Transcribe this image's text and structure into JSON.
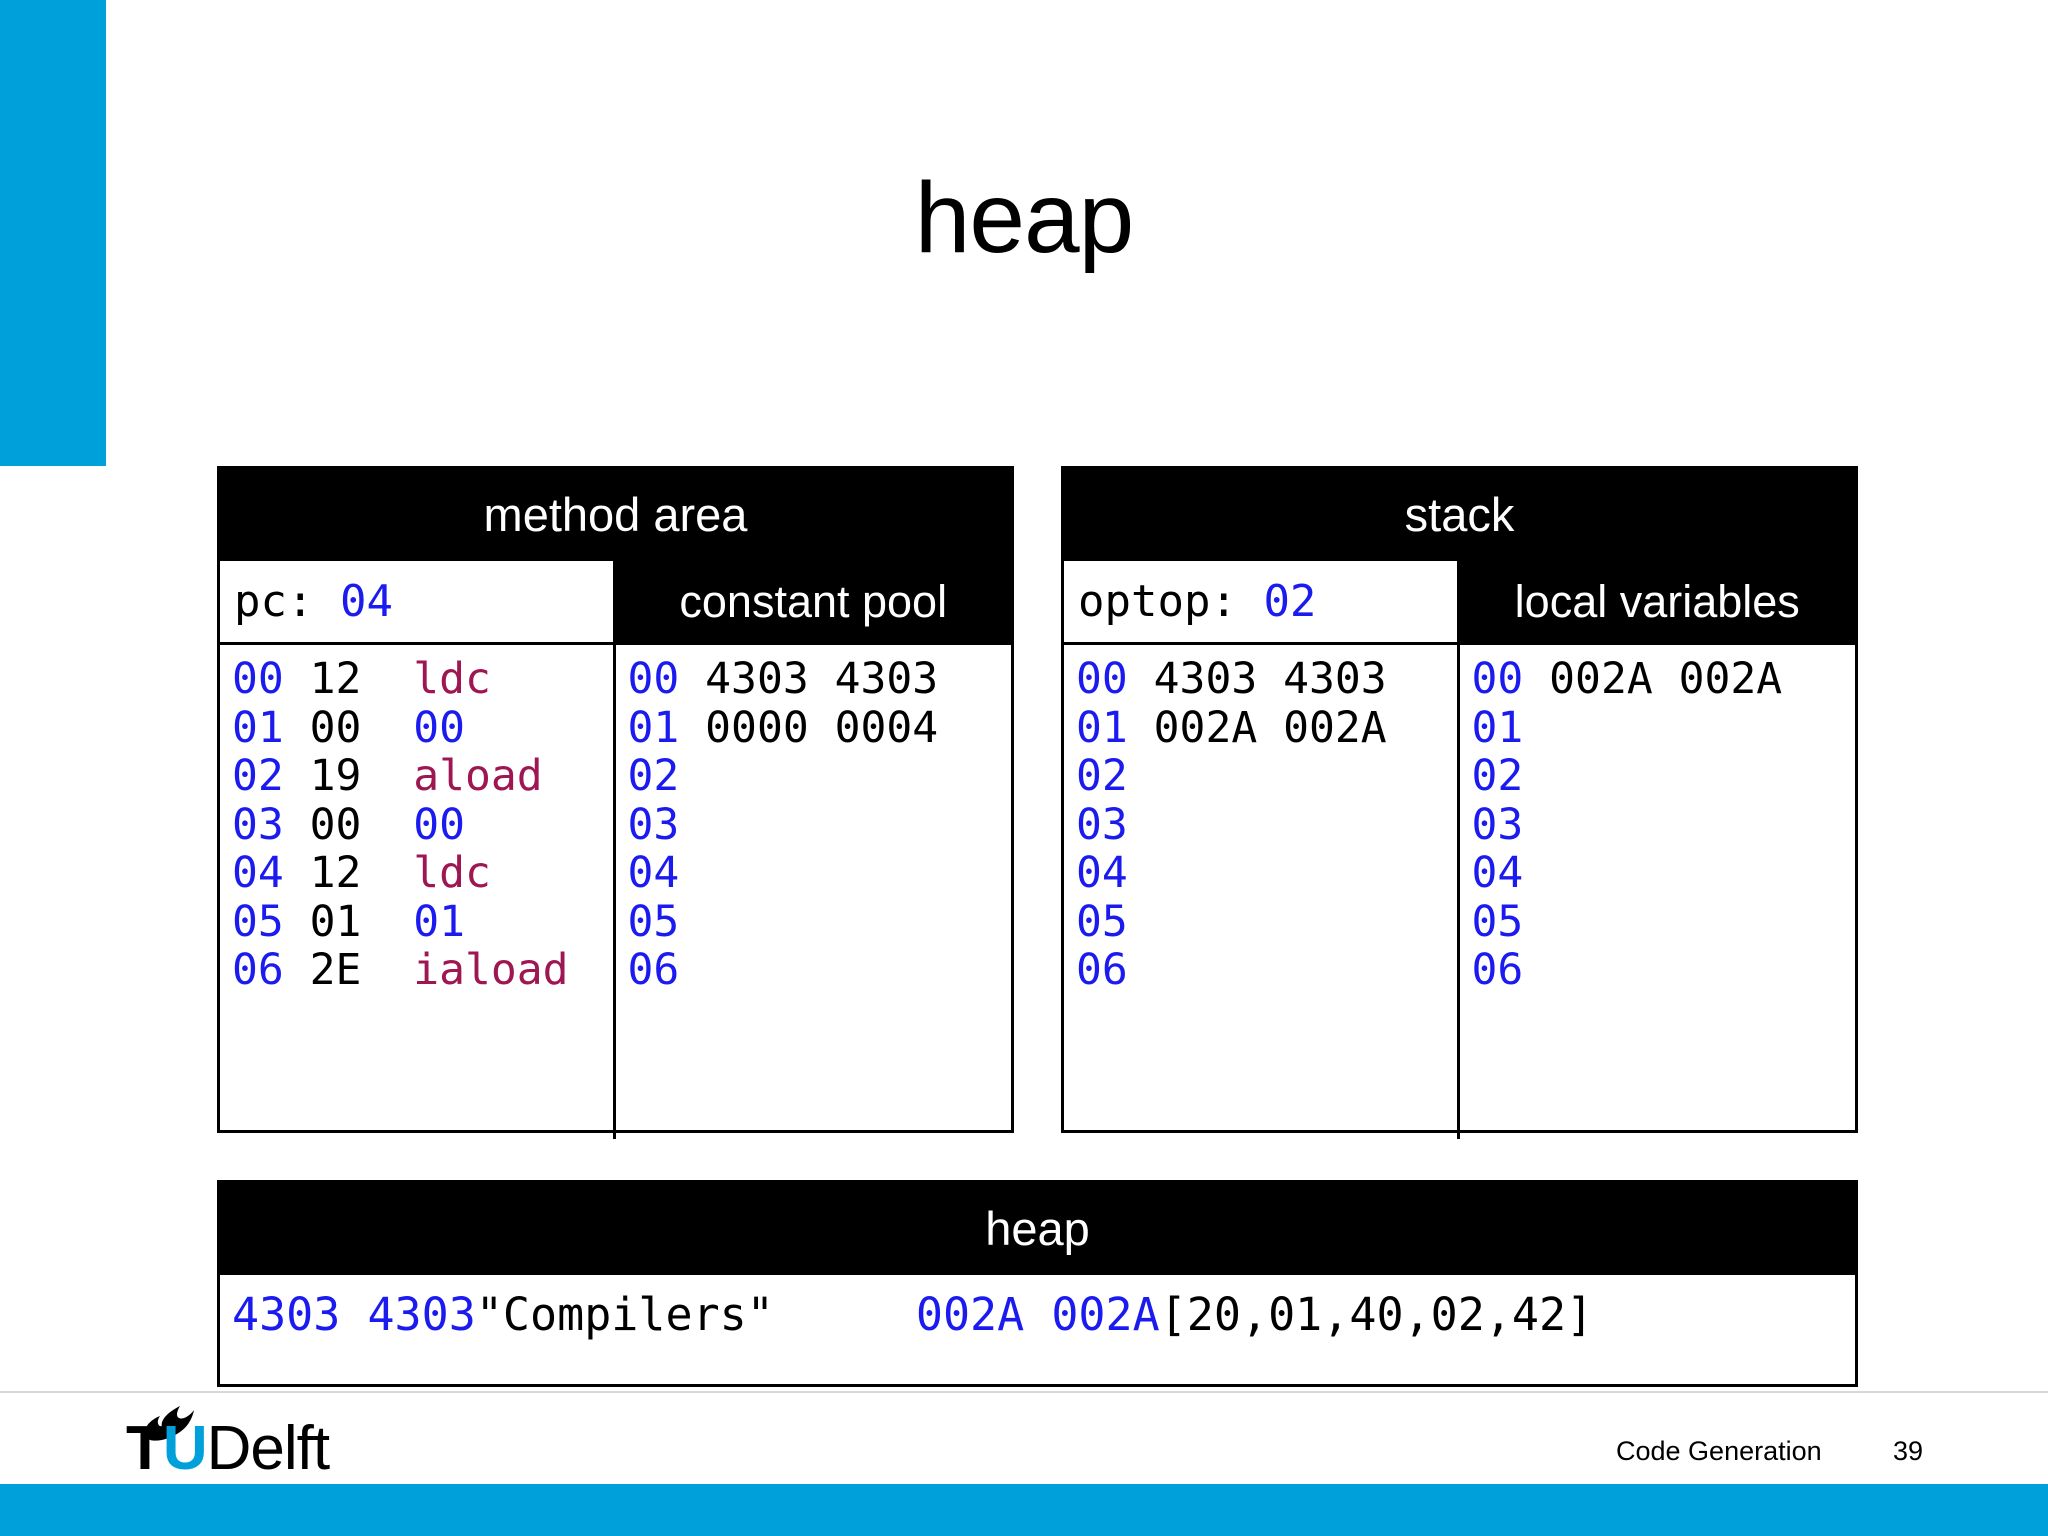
{
  "slide": {
    "title": "heap",
    "accent_color": "#00a1db",
    "index_color": "#1b1bf0",
    "mnemonic_color": "#9e1753"
  },
  "method_area": {
    "header": "method area",
    "pc_label": "pc: ",
    "pc_value": "04",
    "constant_pool_header": "constant pool",
    "code_rows": [
      {
        "index": "00",
        "byte": "12",
        "mnemonic": "ldc",
        "mnemonic_style": "mnemonic"
      },
      {
        "index": "01",
        "byte": "00",
        "mnemonic": "00",
        "mnemonic_style": "operand-blue"
      },
      {
        "index": "02",
        "byte": "19",
        "mnemonic": "aload",
        "mnemonic_style": "mnemonic"
      },
      {
        "index": "03",
        "byte": "00",
        "mnemonic": "00",
        "mnemonic_style": "operand-blue"
      },
      {
        "index": "04",
        "byte": "12",
        "mnemonic": "ldc",
        "mnemonic_style": "mnemonic"
      },
      {
        "index": "05",
        "byte": "01",
        "mnemonic": "01",
        "mnemonic_style": "operand-blue"
      },
      {
        "index": "06",
        "byte": "2E",
        "mnemonic": "iaload",
        "mnemonic_style": "mnemonic"
      }
    ],
    "constant_pool_rows": [
      {
        "index": "00",
        "value": "4303 4303"
      },
      {
        "index": "01",
        "value": "0000 0004"
      },
      {
        "index": "02",
        "value": ""
      },
      {
        "index": "03",
        "value": ""
      },
      {
        "index": "04",
        "value": ""
      },
      {
        "index": "05",
        "value": ""
      },
      {
        "index": "06",
        "value": ""
      }
    ]
  },
  "stack_area": {
    "header": "stack",
    "optop_label": "optop: ",
    "optop_value": "02",
    "local_variables_header": "local variables",
    "stack_rows": [
      {
        "index": "00",
        "value": "4303 4303"
      },
      {
        "index": "01",
        "value": "002A 002A"
      },
      {
        "index": "02",
        "value": ""
      },
      {
        "index": "03",
        "value": ""
      },
      {
        "index": "04",
        "value": ""
      },
      {
        "index": "05",
        "value": ""
      },
      {
        "index": "06",
        "value": ""
      }
    ],
    "local_variable_rows": [
      {
        "index": "00",
        "value": "002A 002A"
      },
      {
        "index": "01",
        "value": ""
      },
      {
        "index": "02",
        "value": ""
      },
      {
        "index": "03",
        "value": ""
      },
      {
        "index": "04",
        "value": ""
      },
      {
        "index": "05",
        "value": ""
      },
      {
        "index": "06",
        "value": ""
      }
    ]
  },
  "heap_area": {
    "header": "heap",
    "entries": [
      {
        "address": "4303 4303",
        "value": "\"Compilers\""
      },
      {
        "address": "002A 002A",
        "value": "[20,01,40,02,42]"
      }
    ]
  },
  "footer": {
    "logo_t": "T",
    "logo_u": "U",
    "logo_delft": "Delft",
    "subject": "Code Generation",
    "page_number": "39"
  }
}
